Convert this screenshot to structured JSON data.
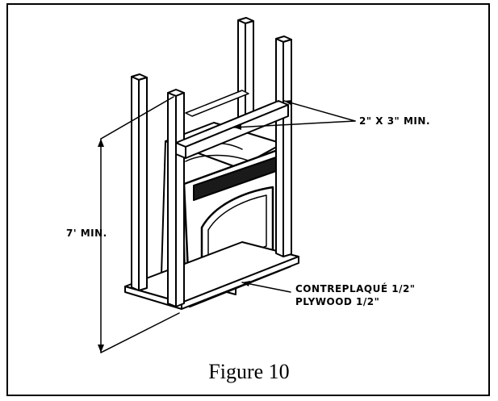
{
  "labels": {
    "stud_size": "2\" X 3\" MIN.",
    "height_min": "7' MIN.",
    "plywood_fr": "CONTREPLAQUÉ 1/2\"",
    "plywood_en": "PLYWOOD 1/2\""
  },
  "caption": "Figure 10"
}
